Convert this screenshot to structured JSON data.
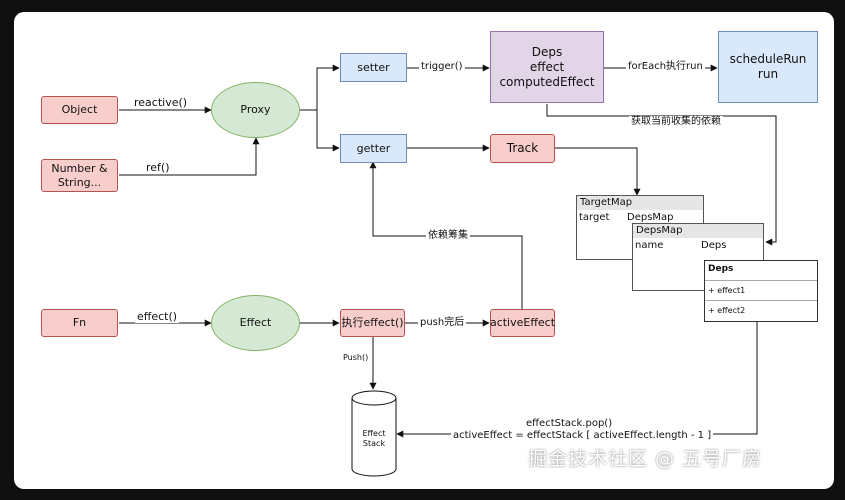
{
  "nodes": {
    "object": "Object",
    "number_string": "Number &\nString...",
    "fn": "Fn",
    "proxy": "Proxy",
    "effect": "Effect",
    "setter": "setter",
    "getter": "getter",
    "deps_box": "Deps\neffect\ncomputedEffect",
    "schedule_run": "scheduleRun\nrun",
    "track": "Track",
    "exec_effect": "执行effect()",
    "active_effect": "activeEffect",
    "effect_stack": "Effect\nStack"
  },
  "edge_labels": {
    "reactive": "reactive()",
    "ref": "ref()",
    "effect_call": "effect()",
    "trigger": "trigger()",
    "foreach_run": "forEach执行run",
    "get_current_deps": "获取当前收集的依赖",
    "collect_deps": "依赖筹集",
    "push_done": "push完后",
    "push": "Push()",
    "stack_pop_1": "effectStack.pop()",
    "stack_pop_2": "activeEffect = effectStack [ activeEffect.length - 1 ]"
  },
  "target_map": {
    "title": "TargetMap",
    "col_key": "target",
    "col_value": "DepsMap"
  },
  "deps_map": {
    "title": "DepsMap",
    "col_key": "name",
    "col_value": "Deps"
  },
  "deps_list": {
    "title": "Deps",
    "items": [
      "+ effect1",
      "+ effect2"
    ]
  },
  "watermark": "掘金技术社区 @ 五号厂房"
}
